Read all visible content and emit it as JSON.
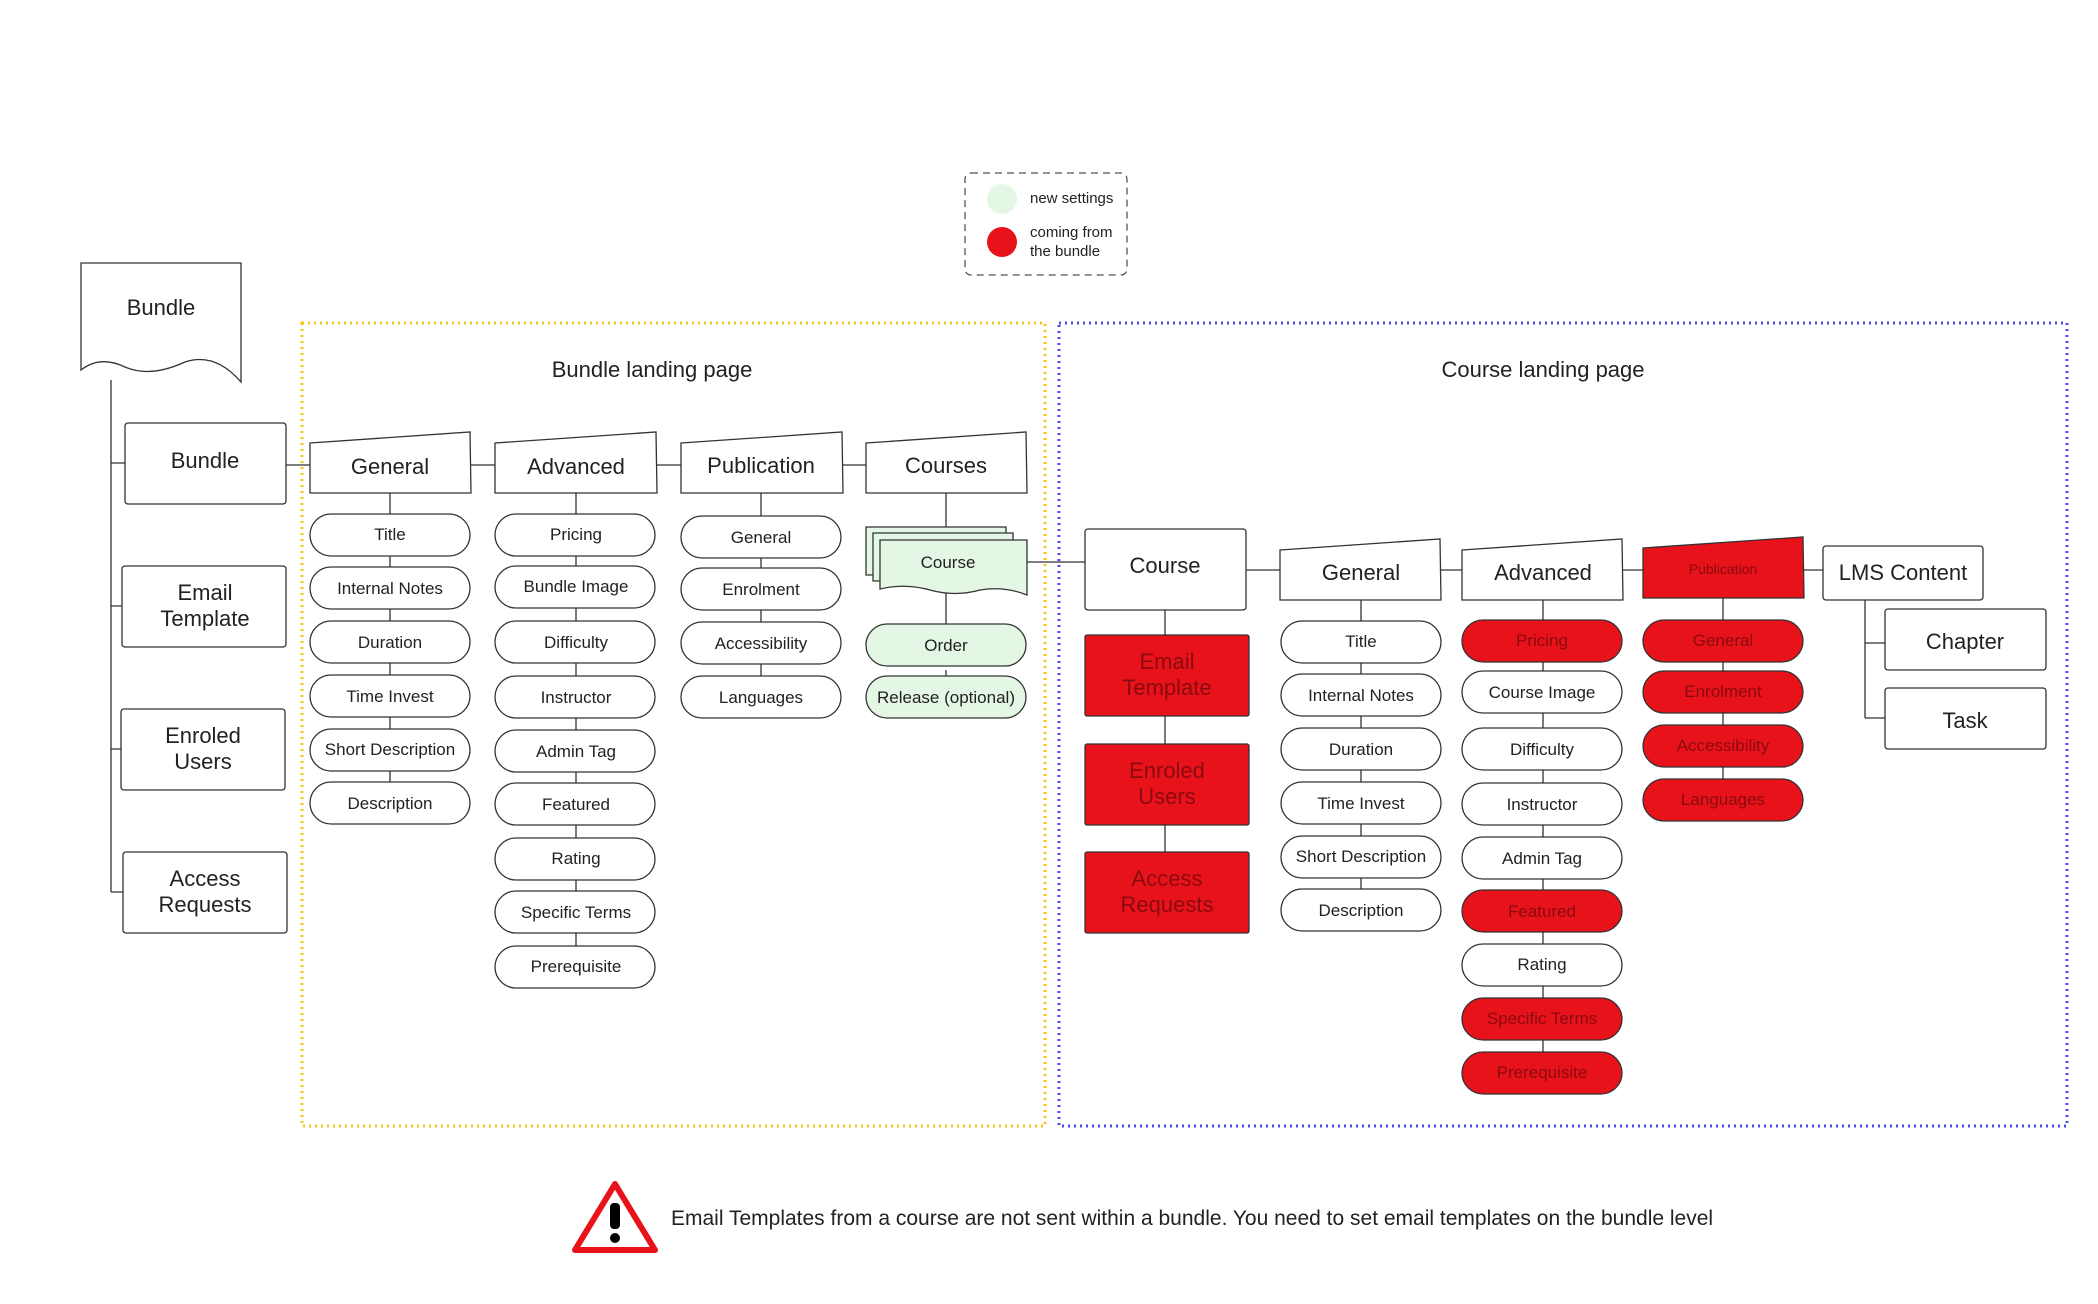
{
  "legend": {
    "new_label": "new settings",
    "red_label_1": "coming from",
    "red_label_2": "the bundle",
    "new_color": "#e4f7e4",
    "red_color": "#e8121a"
  },
  "root": {
    "label": "Bundle"
  },
  "sidebar": {
    "bundle": "Bundle",
    "email_1": "Email",
    "email_2": "Template",
    "enroled_1": "Enroled",
    "enroled_2": "Users",
    "access_1": "Access",
    "access_2": "Requests"
  },
  "bundle_page": {
    "title": "Bundle landing page",
    "border_color": "#f5c518",
    "general": {
      "header": "General",
      "items": [
        "Title",
        "Internal Notes",
        "Duration",
        "Time Invest",
        "Short Description",
        "Description"
      ]
    },
    "advanced": {
      "header": "Advanced",
      "items": [
        "Pricing",
        "Bundle Image",
        "Difficulty",
        "Instructor",
        "Admin Tag",
        "Featured",
        "Rating",
        "Specific Terms",
        "Prerequisite"
      ]
    },
    "publication": {
      "header": "Publication",
      "items": [
        "General",
        "Enrolment",
        "Accessibility",
        "Languages"
      ]
    },
    "courses": {
      "header": "Courses",
      "doc": "Course",
      "order": "Order",
      "release": "Release (optional)"
    }
  },
  "course_page": {
    "title": "Course landing page",
    "border_color": "#4b4bf0",
    "course": "Course",
    "email_1": "Email",
    "email_2": "Template",
    "enroled_1": "Enroled",
    "enroled_2": "Users",
    "access_1": "Access",
    "access_2": "Requests",
    "general": {
      "header": "General",
      "items": [
        "Title",
        "Internal Notes",
        "Duration",
        "Time Invest",
        "Short Description",
        "Description"
      ]
    },
    "advanced": {
      "header": "Advanced",
      "items": [
        "Pricing",
        "Course Image",
        "Difficulty",
        "Instructor",
        "Admin Tag",
        "Featured",
        "Rating",
        "Specific Terms",
        "Prerequisite"
      ]
    },
    "publication": {
      "header": "Publication",
      "items": [
        "General",
        "Enrolment",
        "Accessibility",
        "Languages"
      ]
    },
    "lms": {
      "header": "LMS Content",
      "chapter": "Chapter",
      "task": "Task"
    }
  },
  "warning": {
    "text": "Email Templates from a course are not sent within a bundle.  You need to set email templates on the bundle level",
    "icon": "warning-triangle-icon"
  }
}
